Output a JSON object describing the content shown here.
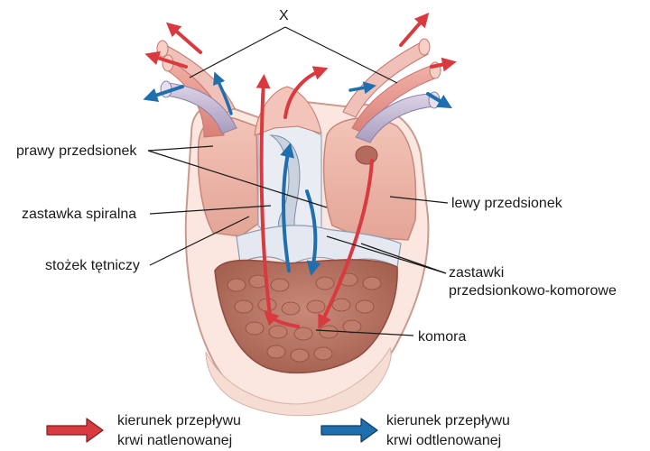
{
  "figure": {
    "marker": "X",
    "labels": {
      "right_atrium": "prawy przedsionek",
      "spiral_valve": "zastawka spiralna",
      "conus_arteriosus": "stożek tętniczy",
      "left_atrium": "lewy przedsionek",
      "av_valves_line1": "zastawki",
      "av_valves_line2": "przedsionkowo-komorowe",
      "ventricle": "komora"
    }
  },
  "legend": {
    "oxygenated": {
      "line1": "kierunek przepływu",
      "line2": "krwi natlenowanej",
      "color": "#d93a40"
    },
    "deoxygenated": {
      "line1": "kierunek przepływu",
      "line2": "krwi odtlenowanej",
      "color": "#1f6fae"
    }
  }
}
